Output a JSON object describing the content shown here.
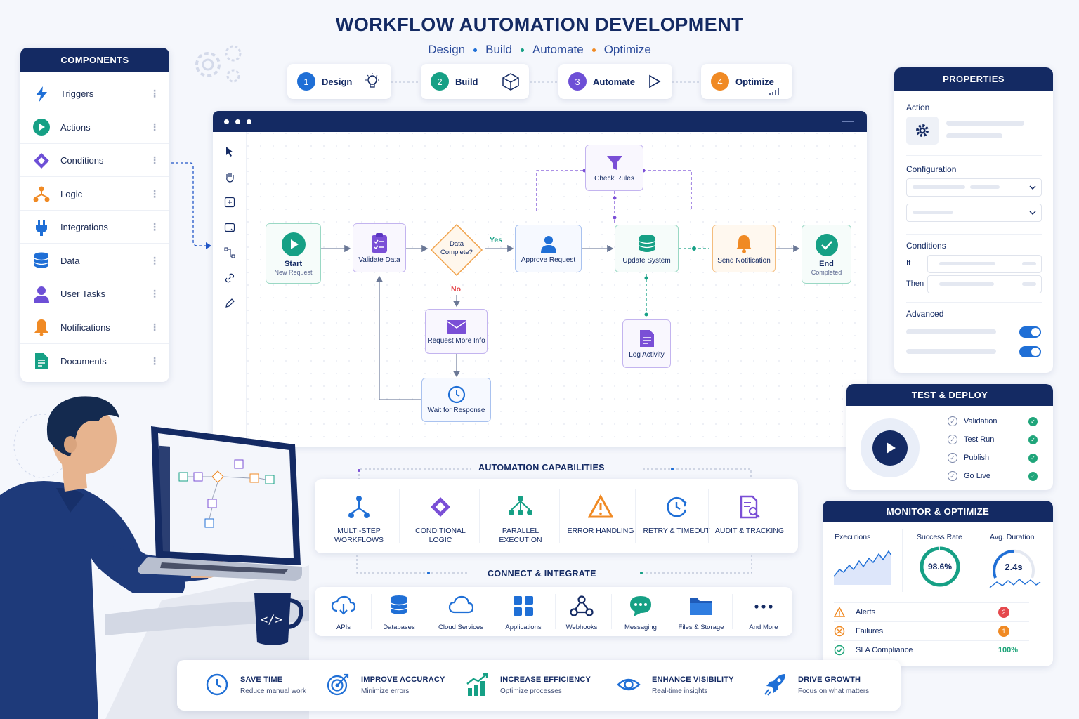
{
  "title": "WORKFLOW AUTOMATION DEVELOPMENT",
  "subtitle": [
    "Design",
    "Build",
    "Automate",
    "Optimize"
  ],
  "steps": [
    {
      "num": "1",
      "label": "Design",
      "color": "#1f6fd6",
      "icon": "lightbulb-icon"
    },
    {
      "num": "2",
      "label": "Build",
      "color": "#16a085",
      "icon": "cube-icon"
    },
    {
      "num": "3",
      "label": "Automate",
      "color": "#6d4fd6",
      "icon": "play-outline-icon"
    },
    {
      "num": "4",
      "label": "Optimize",
      "color": "#f08a24",
      "icon": "bar-signal-icon"
    }
  ],
  "components": {
    "header": "COMPONENTS",
    "items": [
      {
        "label": "Triggers",
        "icon": "lightning-icon",
        "color": "#1f6fd6"
      },
      {
        "label": "Actions",
        "icon": "play-circle-icon",
        "color": "#16a085"
      },
      {
        "label": "Conditions",
        "icon": "diamond-icon",
        "color": "#6d4fd6"
      },
      {
        "label": "Logic",
        "icon": "branch-icon",
        "color": "#f08a24"
      },
      {
        "label": "Integrations",
        "icon": "plug-icon",
        "color": "#1f6fd6"
      },
      {
        "label": "Data",
        "icon": "database-icon",
        "color": "#1f6fd6"
      },
      {
        "label": "User Tasks",
        "icon": "user-icon",
        "color": "#6d4fd6"
      },
      {
        "label": "Notifications",
        "icon": "bell-icon",
        "color": "#f08a24"
      },
      {
        "label": "Documents",
        "icon": "document-icon",
        "color": "#16a085"
      }
    ]
  },
  "flow": {
    "start": {
      "title": "Start",
      "sub": "New Request"
    },
    "validate": "Validate Data",
    "decision": "Data Complete?",
    "yes": "Yes",
    "no": "No",
    "approve": "Approve Request",
    "check_rules": "Check Rules",
    "update": "Update System",
    "notify": "Send Notification",
    "end": {
      "title": "End",
      "sub": "Completed"
    },
    "request_info": "Request More Info",
    "wait": "Wait for Response",
    "log": "Log Activity"
  },
  "properties": {
    "header": "PROPERTIES",
    "action": "Action",
    "configuration": "Configuration",
    "conditions": "Conditions",
    "if": "If",
    "then": "Then",
    "advanced": "Advanced"
  },
  "test_deploy": {
    "header": "TEST & DEPLOY",
    "items": [
      "Validation",
      "Test Run",
      "Publish",
      "Go Live"
    ]
  },
  "capabilities": {
    "title": "AUTOMATION CAPABILITIES",
    "items": [
      {
        "label": "MULTI-STEP WORKFLOWS",
        "icon": "multi-step-icon"
      },
      {
        "label": "CONDITIONAL LOGIC",
        "icon": "conditional-icon"
      },
      {
        "label": "PARALLEL EXECUTION",
        "icon": "parallel-icon"
      },
      {
        "label": "ERROR HANDLING",
        "icon": "warning-icon"
      },
      {
        "label": "RETRY & TIMEOUT",
        "icon": "retry-clock-icon"
      },
      {
        "label": "AUDIT & TRACKING",
        "icon": "audit-icon"
      }
    ]
  },
  "integrate": {
    "title": "CONNECT & INTEGRATE",
    "items": [
      "APIs",
      "Databases",
      "Cloud Services",
      "Applications",
      "Webhooks",
      "Messaging",
      "Files & Storage",
      "And More"
    ]
  },
  "monitor": {
    "header": "MONITOR & OPTIMIZE",
    "executions": "Executions",
    "success_rate": "Success Rate",
    "success_value": "98.6%",
    "success_fraction": 0.986,
    "avg_duration": "Avg. Duration",
    "duration_value": "2.4s",
    "alerts": [
      {
        "label": "Alerts",
        "value": "2",
        "color": "#e5484d"
      },
      {
        "label": "Failures",
        "value": "1",
        "color": "#f08a24"
      },
      {
        "label": "SLA Compliance",
        "value": "100%",
        "color": "#1fa57a"
      }
    ]
  },
  "benefits": [
    {
      "title": "SAVE TIME",
      "sub": "Reduce manual work",
      "icon": "clock-icon"
    },
    {
      "title": "IMPROVE ACCURACY",
      "sub": "Minimize errors",
      "icon": "target-icon"
    },
    {
      "title": "INCREASE EFFICIENCY",
      "sub": "Optimize processes",
      "icon": "growth-chart-icon"
    },
    {
      "title": "ENHANCE VISIBILITY",
      "sub": "Real-time insights",
      "icon": "eye-icon"
    },
    {
      "title": "DRIVE GROWTH",
      "sub": "Focus on what matters",
      "icon": "rocket-icon"
    }
  ]
}
